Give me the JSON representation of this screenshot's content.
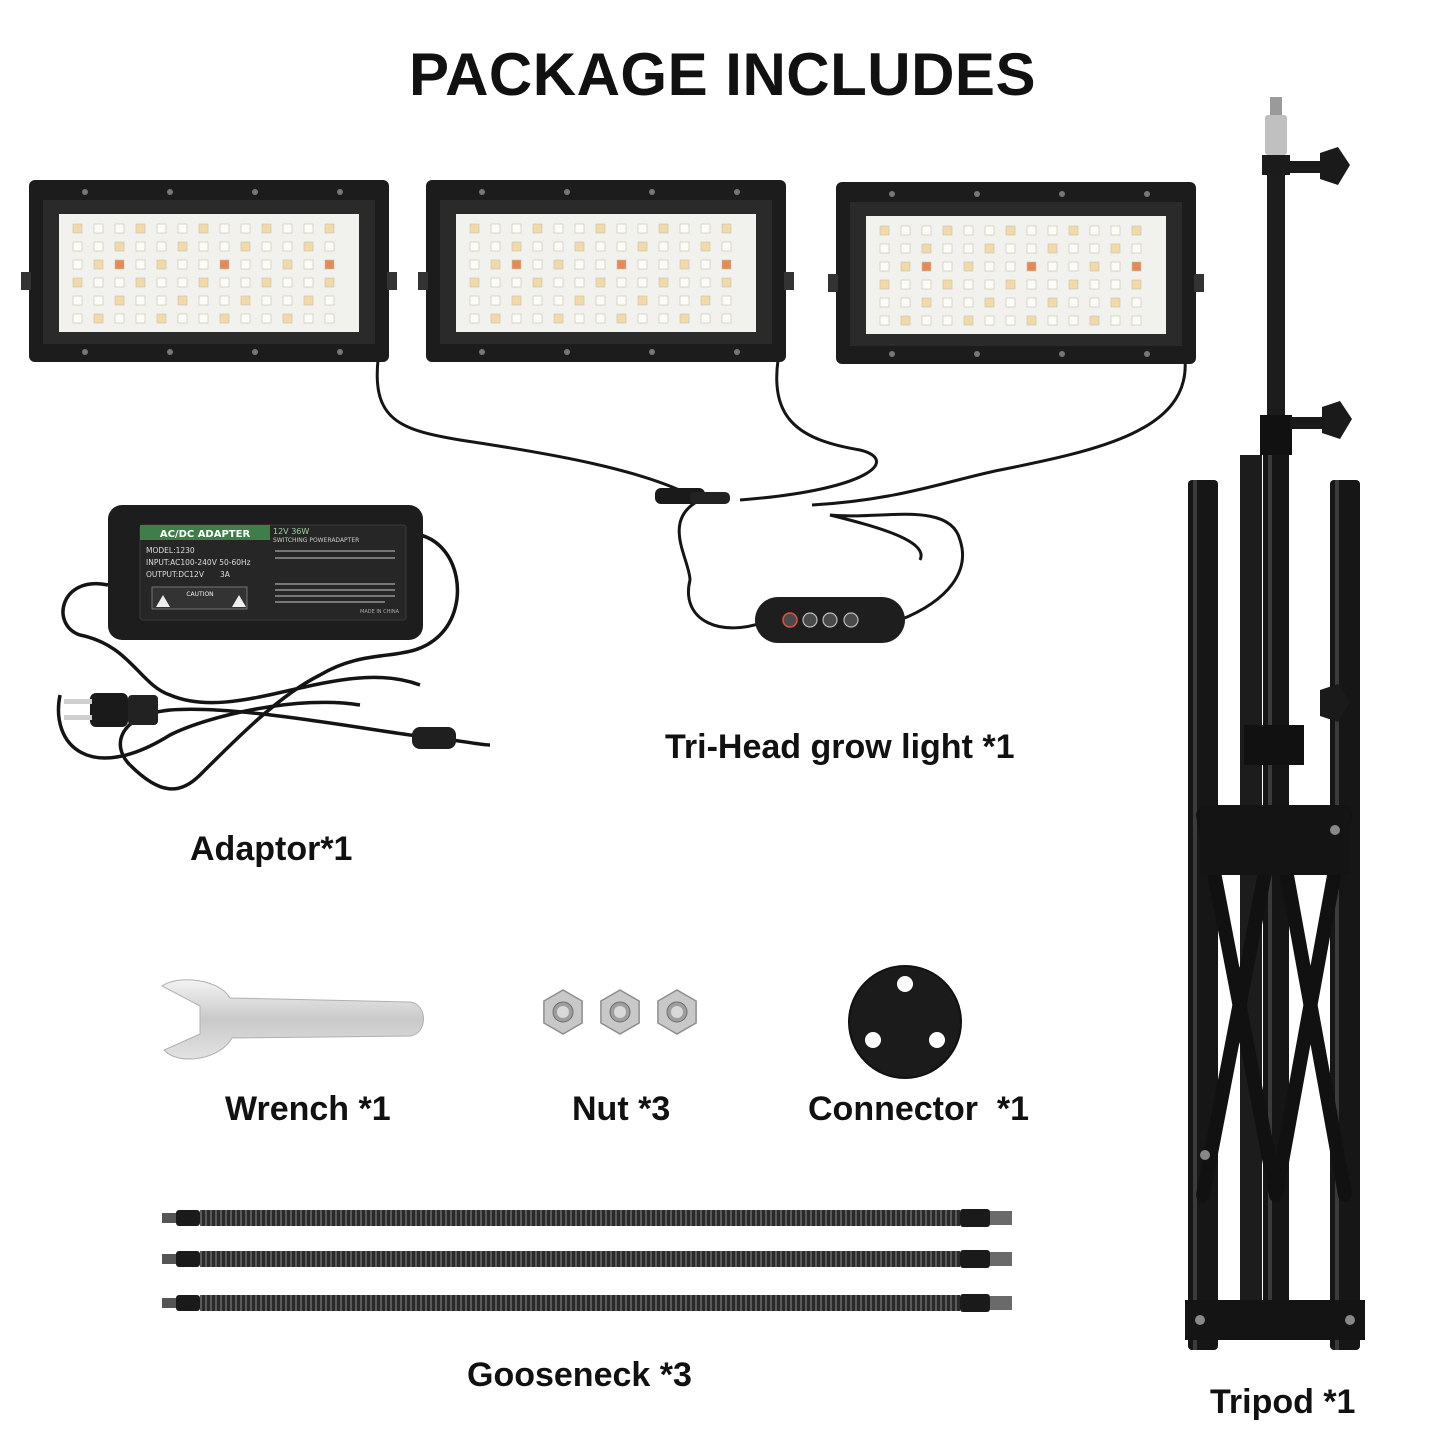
{
  "title": "PACKAGE INCLUDES",
  "items": {
    "grow_light": {
      "label": "Tri-Head grow light *1"
    },
    "adaptor": {
      "label": "Adaptor*1",
      "brand_strip": "AC/DC ADAPTER",
      "rating": "12V  36W",
      "subtitle": "SWITCHING POWERADAPTER",
      "model": "MODEL:1230",
      "input": "INPUT:AC100-240V 50-60Hz",
      "output": "OUTPUT:DC12V",
      "output_current": "3A",
      "caution": "CAUTION",
      "made_in": "MADE IN CHINA"
    },
    "wrench": {
      "label": "Wrench *1"
    },
    "nut": {
      "label": "Nut *3"
    },
    "connector": {
      "label": "Connector  *1"
    },
    "gooseneck": {
      "label": "Gooseneck *3"
    },
    "tripod": {
      "label": "Tripod *1"
    }
  },
  "colors": {
    "background": "#ffffff",
    "text": "#111111",
    "fixture_body": "#1c1c1c",
    "led_panel": "#f1f1ee",
    "led_warm": "#f3d9a8",
    "led_red": "#e58a56",
    "adapter_label": "#3f7d4a",
    "metal": "#c8c8c8"
  }
}
